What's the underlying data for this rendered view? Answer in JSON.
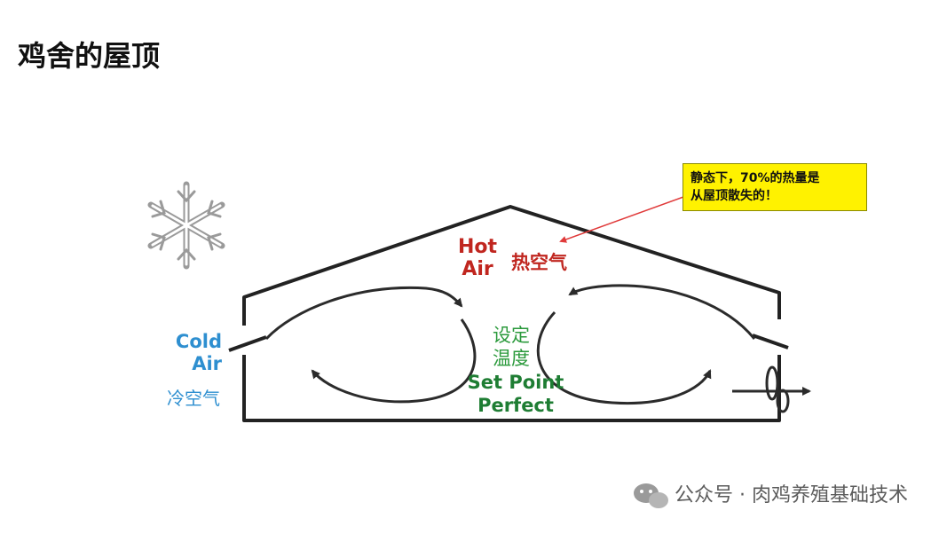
{
  "title": "鸡舍的屋顶",
  "labels": {
    "hot_air_line1": "Hot",
    "hot_air_line2": "Air",
    "hot_air_cn": "热空气",
    "cold_air_line1": "Cold",
    "cold_air_line2": "Air",
    "cold_air_cn": "冷空气",
    "set_point_cn_line1": "设定",
    "set_point_cn_line2": "温度",
    "set_point_line1": "Set Point",
    "set_point_line2": "Perfect"
  },
  "annotation": {
    "line1": "静态下，70%的热量是",
    "line2": "从屋顶散失的！"
  },
  "watermark": "公众号 · 肉鸡养殖基础技术",
  "colors": {
    "hot": "#c0261f",
    "cold": "#2e8fd0",
    "set_point": "#1e7d33",
    "note_bg": "#fff200",
    "pointer": "#e03a3a"
  },
  "icons": [
    "snowflake-icon",
    "fan-icon",
    "wechat-icon"
  ]
}
